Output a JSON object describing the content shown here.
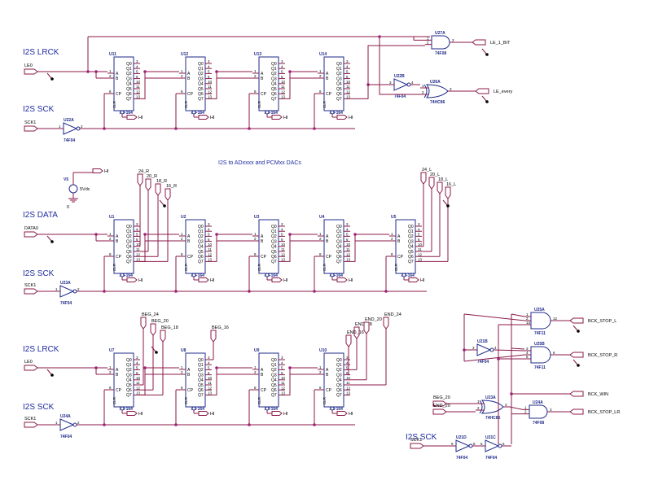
{
  "header": "I2S to ADxxxx and PCMxx DACs",
  "signal_labels": [
    "I2S LRCK",
    "I2S SCK",
    "I2S DATA",
    "I2S SCK",
    "I2S LRCK",
    "I2S SCK",
    "I2S SCK"
  ],
  "net_labels": {
    "le0": "LE0",
    "sck1": "SCK1",
    "data0": "DATA0",
    "hi": "HI",
    "le_1_bit": "LE_1_BIT",
    "le_every": "LE_every",
    "bck_stop_l": "BCK_STOP_L",
    "bck_stop_r": "BCK_STOP_R",
    "bck_win": "BCK_WIN",
    "bck_stop_lr": "BCK_STOP_LR",
    "beg_20": "BEG_20",
    "end_20": "END_20"
  },
  "shift_register": {
    "type": "74F164",
    "input_pins": [
      "A",
      "B",
      "CP"
    ],
    "output_pins": [
      "Q0",
      "Q1",
      "Q2",
      "Q3",
      "Q4",
      "Q5",
      "Q6",
      "Q7"
    ],
    "input_pin_numbers": [
      "1",
      "2",
      "8"
    ],
    "output_pin_numbers": [
      "3",
      "4",
      "5",
      "6",
      "10",
      "11",
      "12",
      "13"
    ],
    "clr_label": "CLR"
  },
  "row1": {
    "refs": [
      "U11",
      "U12",
      "U13",
      "U14"
    ]
  },
  "row2": {
    "refs": [
      "U1",
      "U2",
      "U3",
      "U4",
      "U5"
    ],
    "taps_right": [
      "24_R",
      "20_R",
      "18_R",
      "16_R"
    ],
    "taps_left": [
      "24_L",
      "20_L",
      "18_L",
      "16_L"
    ]
  },
  "row3": {
    "refs": [
      "U7",
      "U8",
      "U9",
      "U10"
    ],
    "taps_beg": [
      "BEG_24",
      "BEG_20",
      "BEG_18",
      "BEG_16"
    ],
    "taps_end": [
      "END_18",
      "END_16",
      "END_20",
      "END_24"
    ]
  },
  "inverters": [
    {
      "ref": "U22A",
      "type": "74F04",
      "pins": [
        "1",
        "2"
      ]
    },
    {
      "ref": "U23A",
      "type": "74F04",
      "pins": [
        "1",
        "2"
      ]
    },
    {
      "ref": "U24A",
      "type": "74F04",
      "pins": [
        "1",
        "2"
      ]
    },
    {
      "ref": "U22B",
      "type": "74F04",
      "pins": [
        "3",
        "4"
      ]
    },
    {
      "ref": "U21B",
      "type": "74F04",
      "pins": [
        "3",
        "4"
      ]
    },
    {
      "ref": "U21D",
      "type": "74F04",
      "pins": [
        "9",
        "8"
      ]
    },
    {
      "ref": "U21C",
      "type": "74F04",
      "pins": [
        "5",
        "6"
      ]
    }
  ],
  "gates": [
    {
      "ref": "U27A",
      "type": "74F08",
      "pins": [
        "1",
        "2",
        "3"
      ]
    },
    {
      "ref": "U26A",
      "type": "74HC86",
      "pins": [
        "1",
        "2",
        "3"
      ]
    },
    {
      "ref": "U25A",
      "type": "74F11",
      "pins": [
        "1",
        "2",
        "13",
        "12"
      ]
    },
    {
      "ref": "U25B",
      "type": "74F11",
      "pins": [
        "3",
        "4",
        "5",
        "6"
      ]
    },
    {
      "ref": "U23A",
      "type": "74HC86",
      "pins": [
        "1",
        "2",
        "3"
      ]
    },
    {
      "ref": "U24A",
      "type": "74F08",
      "pins": [
        "1",
        "2",
        "3"
      ]
    }
  ],
  "source": {
    "ref": "V5",
    "value": "5Vdc",
    "ground": "0"
  }
}
